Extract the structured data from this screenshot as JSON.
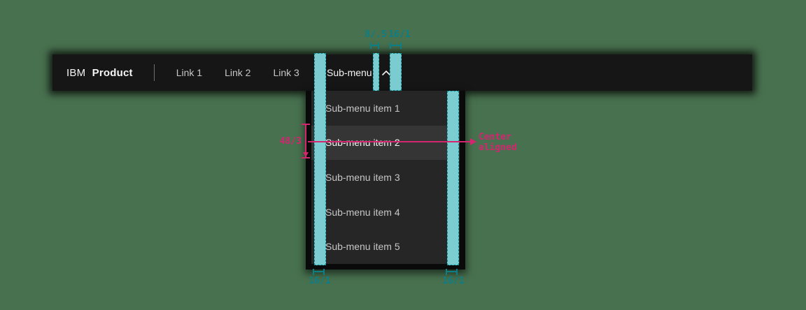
{
  "colors": {
    "background": "#48714f",
    "header_bg": "#161616",
    "dropdown_bg": "#262626",
    "highlight_bg": "#353535",
    "teal_overlay": "#7fd4d8",
    "teal_annotation": "#0d7e86",
    "pink_annotation": "#d4256f",
    "text_primary": "#f4f4f4",
    "text_secondary": "#c6c6c6"
  },
  "header": {
    "brand_prefix": "IBM",
    "brand_name": "Product",
    "links": [
      {
        "label": "Link 1"
      },
      {
        "label": "Link 2"
      },
      {
        "label": "Link 3"
      }
    ],
    "submenu": {
      "label": "Sub-menu"
    }
  },
  "dropdown": {
    "items": [
      {
        "label": "Sub-menu item 1"
      },
      {
        "label": "Sub-menu item 2"
      },
      {
        "label": "Sub-menu item 3"
      },
      {
        "label": "Sub-menu item 4"
      },
      {
        "label": "Sub-menu item 5"
      }
    ],
    "highlighted_item": "Sub-menu item 2"
  },
  "annotations": {
    "top_gap_spacing": "8/.5",
    "top_padding_spacing": "16/1",
    "bottom_left_spacing": "16/1",
    "bottom_right_spacing": "16/1",
    "item_height": "48/3",
    "alignment_note_line1": "Center",
    "alignment_note_line2": "aligned"
  }
}
